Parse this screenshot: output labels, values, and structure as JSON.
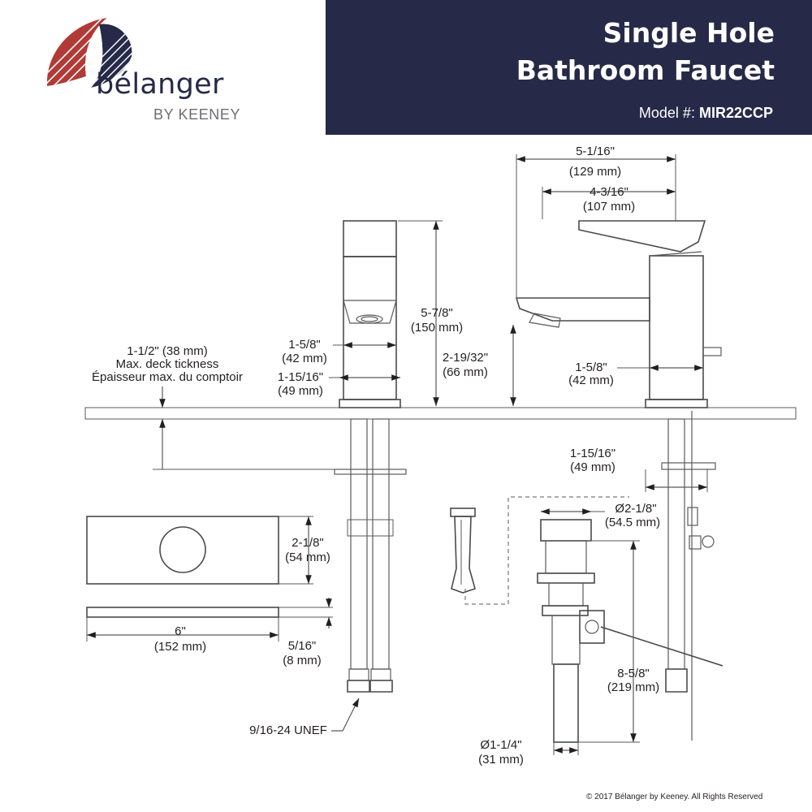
{
  "brand": {
    "name": "bélanger",
    "sub": "BY KEENEY",
    "logo_colors": {
      "red": "#b23a36",
      "navy": "#262a48"
    }
  },
  "header": {
    "title_line1": "Single Hole",
    "title_line2": "Bathroom Faucet",
    "model_label": "Model #:",
    "model_value": "MIR22CCP",
    "background": "#262a48"
  },
  "dims": {
    "overall_height_in": "5-7/8\"",
    "overall_height_mm": "(150 mm)",
    "front_body_w_in": "1-5/8\"",
    "front_body_w_mm": "(42 mm)",
    "front_base_w_in": "1-15/16\"",
    "front_base_w_mm": "(49 mm)",
    "deck_max_in": "1-1/2\" (38 mm)",
    "deck_max_en": "Max. deck tickness",
    "deck_max_fr": "Épaisseur max. du comptoir",
    "reach_in": "5-1/16\"",
    "reach_mm": "(129 mm)",
    "spout_in": "4-3/16\"",
    "spout_mm": "(107 mm)",
    "spout_height_in": "2-19/32\"",
    "spout_height_mm": "(66 mm)",
    "side_body_w_in": "1-5/8\"",
    "side_body_w_mm": "(42 mm)",
    "side_base_w_in": "1-15/16\"",
    "side_base_w_mm": "(49 mm)",
    "plate_depth_in": "2-1/8\"",
    "plate_depth_mm": "(54 mm)",
    "plate_len_in": "6\"",
    "plate_len_mm": "(152 mm)",
    "plate_thk_in": "5/16\"",
    "plate_thk_mm": "(8 mm)",
    "thread": "9/16-24 UNEF",
    "drain_dia_in": "Ø2-1/8\"",
    "drain_dia_mm": "(54.5 mm)",
    "drain_len_in": "8-5/8\"",
    "drain_len_mm": "(219 mm)",
    "tail_dia_in": "Ø1-1/4\"",
    "tail_dia_mm": "(31 mm)"
  },
  "footer": {
    "copyright": "© 2017 Bélanger by Keeney. All Rights Reserved"
  }
}
